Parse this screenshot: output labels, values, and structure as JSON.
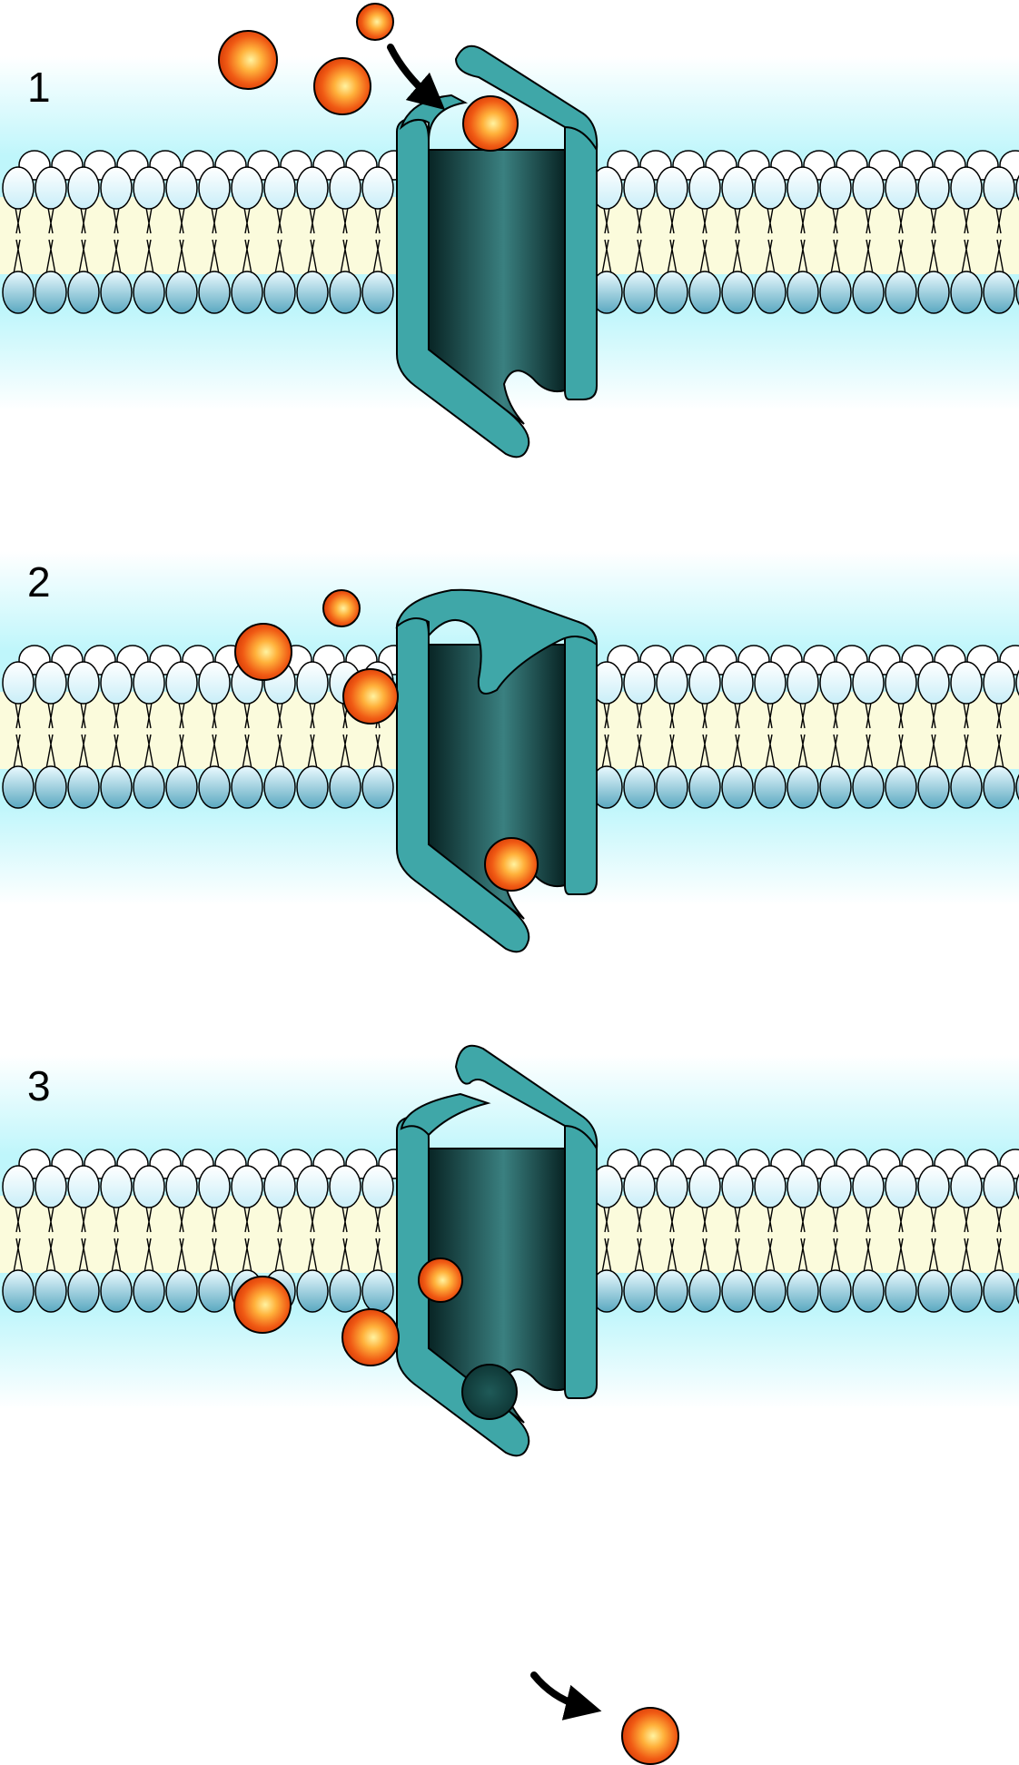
{
  "steps": [
    {
      "label": "1",
      "protein_state": "open-outward",
      "solute_in_channel": true
    },
    {
      "label": "2",
      "protein_state": "occluded",
      "solute_in_channel": true
    },
    {
      "label": "3",
      "protein_state": "open-inward",
      "solute_in_channel": false
    }
  ],
  "colors": {
    "background": "#ffffff",
    "water_band": "#bff6fb",
    "lipid_tail_region": "#fbfbdc",
    "lipid_head_outer": "#e0f7fd",
    "lipid_head_inner": "#7bbccd",
    "protein_shell": "#3fa7a8",
    "protein_pore": "#103c3c",
    "solute": "#f05a14",
    "arrow": "#000000"
  },
  "icons": [
    "solute-sphere",
    "transport-arrow",
    "channel-protein",
    "lipid-bilayer"
  ]
}
